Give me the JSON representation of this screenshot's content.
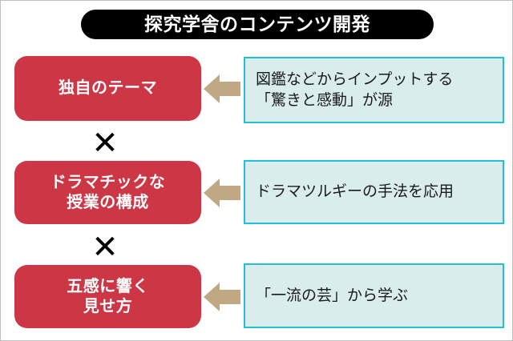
{
  "page": {
    "title": "探究学舎のコンテンツ開発",
    "background_color": "#ffffff",
    "frame_border_color": "#bfbfbf"
  },
  "colors": {
    "title_pill_background": "#000000",
    "title_pill_text": "#ffffff",
    "red_box": "#CC3645",
    "red_box_text": "#ffffff",
    "arrow": "#C0A883",
    "cyan_box_fill": "#D9EDEC",
    "cyan_box_border": "#23BFD3",
    "cyan_box_text": "#1a1a1a",
    "times_symbol": "#000000"
  },
  "diagram": {
    "type": "formula-flow",
    "operator_symbol": "✕",
    "operators": [
      {
        "symbol": "✕",
        "between": [
          1,
          2
        ]
      },
      {
        "symbol": "✕",
        "between": [
          2,
          3
        ]
      }
    ],
    "rows": [
      {
        "index": 1,
        "factor": "独自のテーマ",
        "arrow_icon": "arrow-left-icon",
        "detail": "図鑑などからインプットする\n「驚きと感動」が源"
      },
      {
        "index": 2,
        "factor": "ドラマチックな\n授業の構成",
        "arrow_icon": "arrow-left-icon",
        "detail": "ドラマツルギーの手法を応用"
      },
      {
        "index": 3,
        "factor": "五感に響く\n見せ方",
        "arrow_icon": "arrow-left-icon",
        "detail": "「一流の芸」から学ぶ"
      }
    ]
  }
}
